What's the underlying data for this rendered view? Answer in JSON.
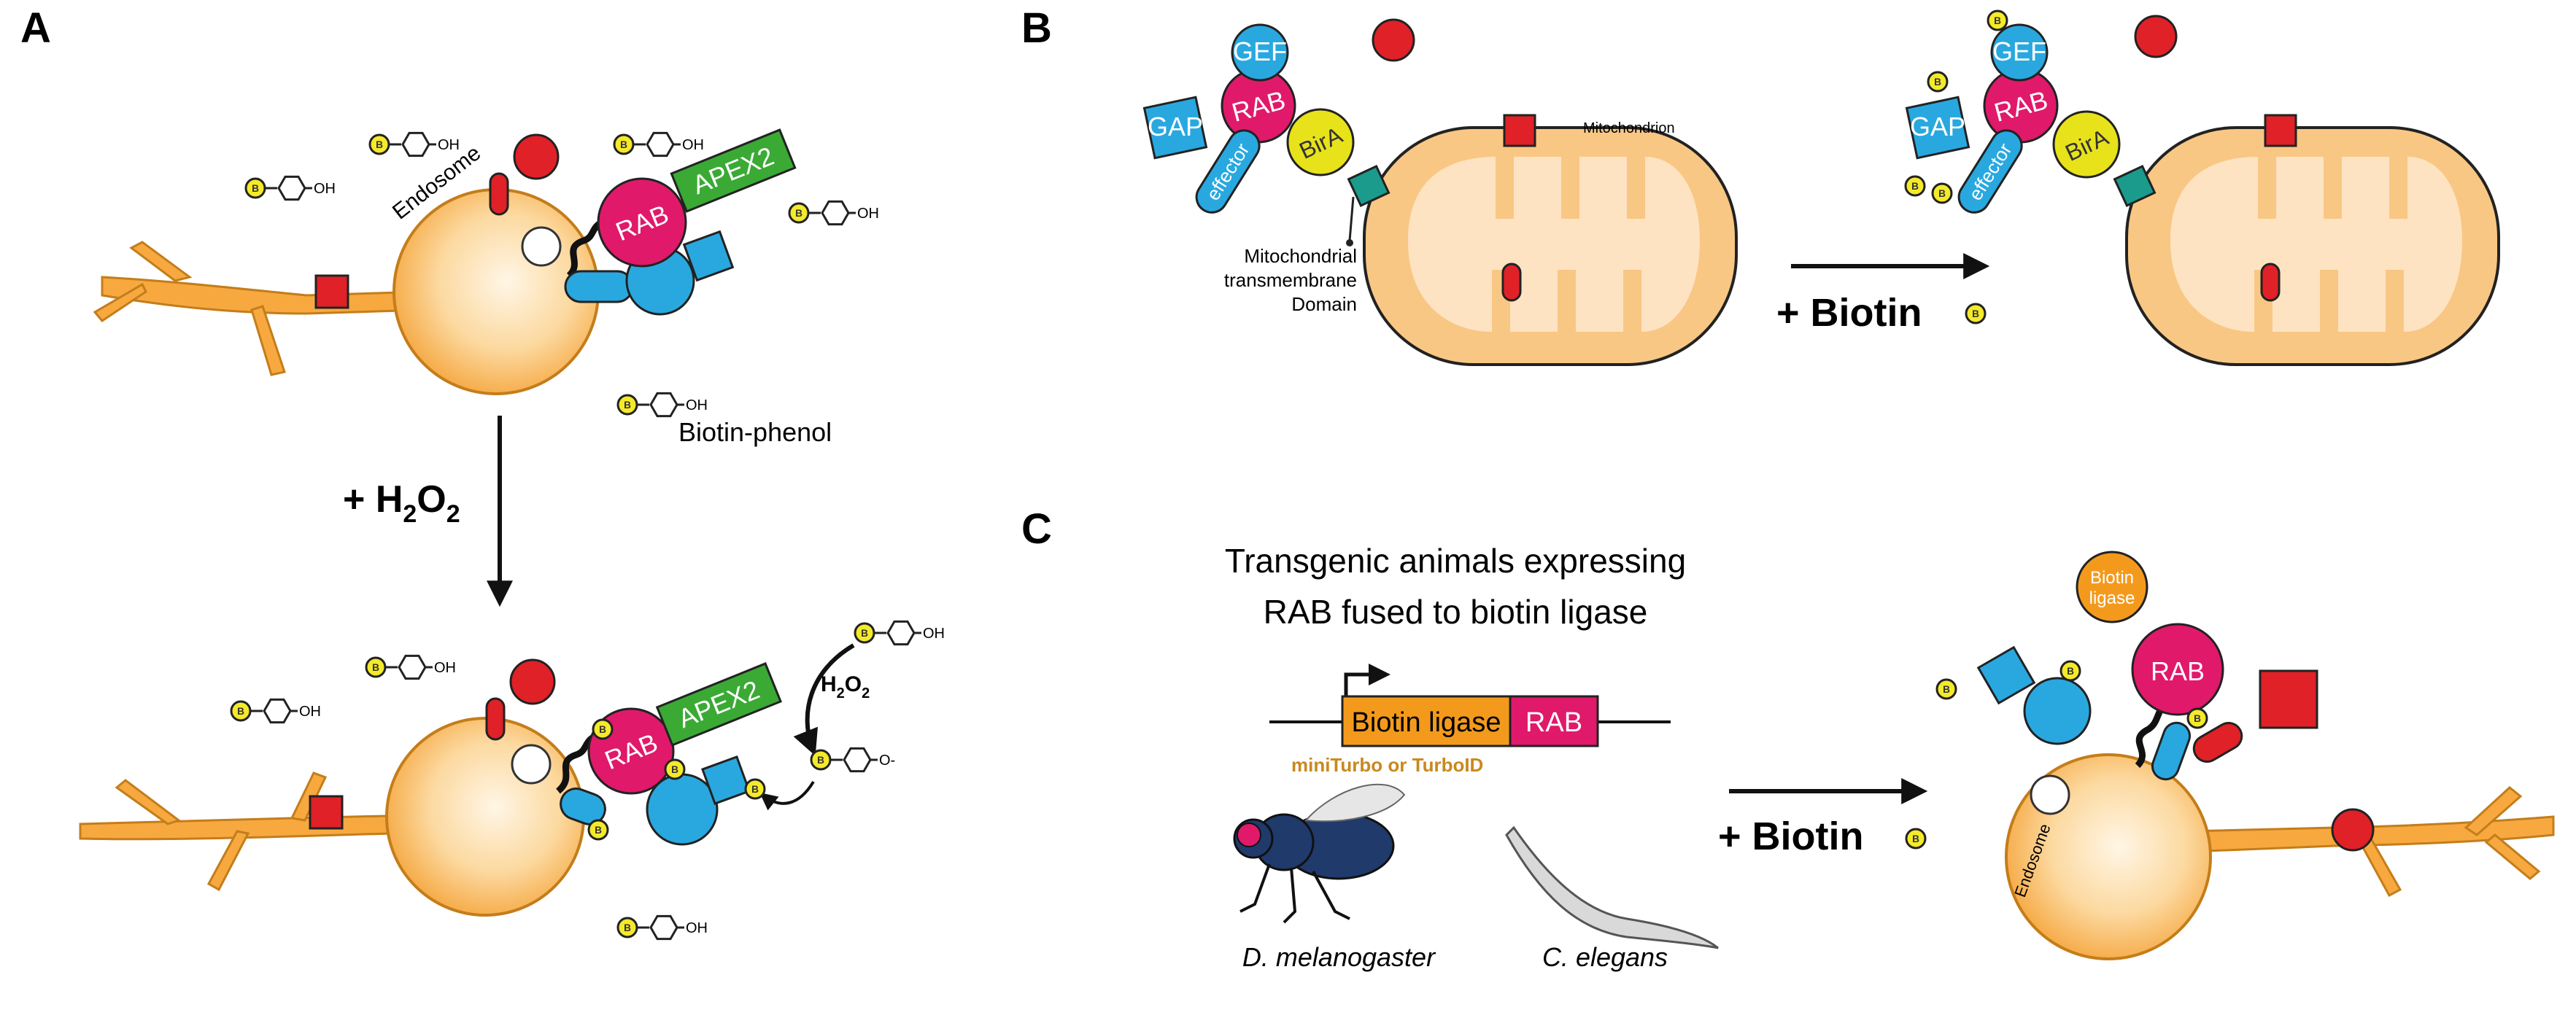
{
  "panels": {
    "a": "A",
    "b": "B",
    "c": "C"
  },
  "proteins": {
    "rab": "RAB",
    "apex2": "APEX2",
    "gef": "GEF",
    "gap": "GAP",
    "effector": "effector",
    "bira": "BirA",
    "biotin_ligase_short": "Biotin\nligase"
  },
  "biotin_badge": "B",
  "panel_a": {
    "endosome": "Endosome",
    "oh": "OH",
    "biotin_phenol_label": "Biotin-phenol",
    "h2o2_arrow_plus": "+ H",
    "h2o2_sub2": "2",
    "h2o2_o": "O",
    "h2o2_sub2b": "2",
    "h2o2_small": "H",
    "h2o2_small_2": "2",
    "h2o2_small_o": "O",
    "h2o2_small_2b": "2",
    "phenoxy": "O-"
  },
  "panel_b": {
    "mitochondrion": "Mitochondrion",
    "tm_line1": "Mitochondrial",
    "tm_line2": "transmembrane",
    "tm_line3": "Domain",
    "plus_biotin": "+ Biotin"
  },
  "panel_c": {
    "title_line1": "Transgenic animals expressing",
    "title_line2": "RAB fused to biotin ligase",
    "construct_ligase": "Biotin ligase",
    "construct_rab": "RAB",
    "construct_note": "miniTurbo or TurboID",
    "species_fly": "D. melanogaster",
    "species_worm": "C. elegans",
    "plus_biotin": "+ Biotin",
    "endosome": "Endosome"
  },
  "colors": {
    "rab": "#e0196b",
    "apex2": "#3aaa35",
    "gef_gap": "#29a8e0",
    "bira": "#e8e21b",
    "teal": "#1b9b8b",
    "neuron": "#f7a940",
    "neuron_light": "#fde3b8",
    "mito": "#f9c784",
    "red": "#e02127",
    "biotin": "#f4ea2a",
    "ligase": "#f39a1d"
  }
}
